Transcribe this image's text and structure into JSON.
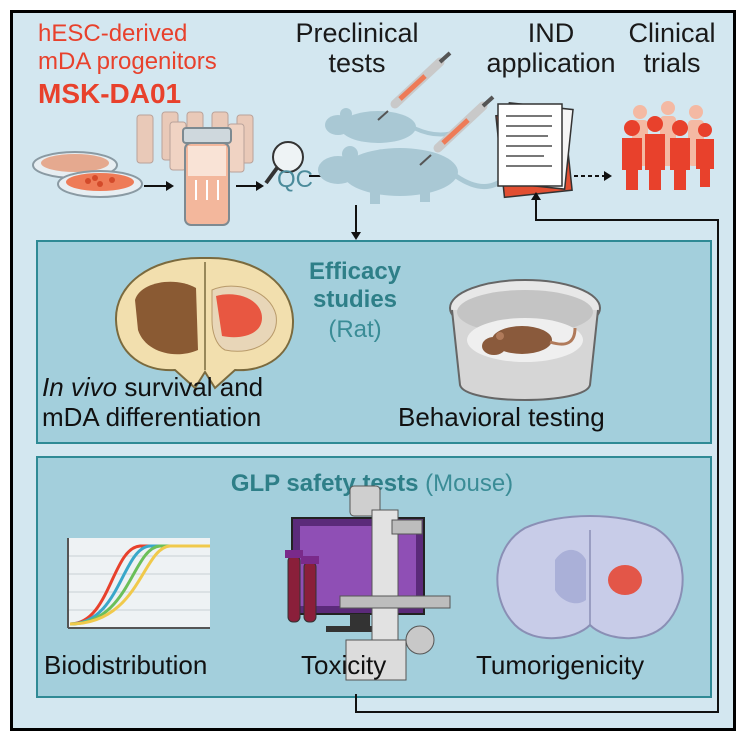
{
  "product": {
    "line1": "hESC-derived",
    "line2": "mDA progenitors",
    "name": "MSK-DA01"
  },
  "steps": {
    "qc": "QC",
    "preclinical_line1": "Preclinical",
    "preclinical_line2": "tests",
    "ind_line1": "IND",
    "ind_line2": "application",
    "clinical_line1": "Clinical",
    "clinical_line2": "trials"
  },
  "efficacy": {
    "title_line1": "Efficacy",
    "title_line2": "studies",
    "species": "(Rat)",
    "left_caption_italic": "In vivo",
    "left_caption_rest": " survival and",
    "left_caption_line2": "mDA differentiation",
    "right_caption": "Behavioral testing"
  },
  "safety": {
    "title": "GLP safety tests",
    "species": "(Mouse)",
    "labels": [
      "Biodistribution",
      "Toxicity",
      "Tumorigenicity"
    ]
  },
  "colors": {
    "accent_red": "#e8412c",
    "teal": "#2e7f88",
    "panel": "#a3cfdc",
    "background": "#d3e7f0"
  }
}
